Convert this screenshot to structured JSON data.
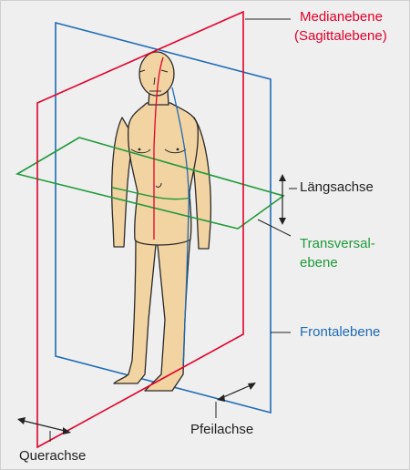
{
  "labels": {
    "median_line1": "Medianebene",
    "median_line2": "(Sagittalebene)",
    "laengsachse": "Längsachse",
    "transversal_line1": "Transversal-",
    "transversal_line2": "ebene",
    "frontalebene": "Frontalebene",
    "pfeilachse": "Pfeilachse",
    "querachse": "Querachse"
  },
  "colors": {
    "median": "#e3002b",
    "transversal": "#1f9a3a",
    "frontal": "#1d6bb5",
    "skin": "#f2d3a2",
    "outline": "#2a2a2a",
    "background": "#efefef"
  },
  "icons": [
    "human-figure",
    "double-arrow"
  ]
}
